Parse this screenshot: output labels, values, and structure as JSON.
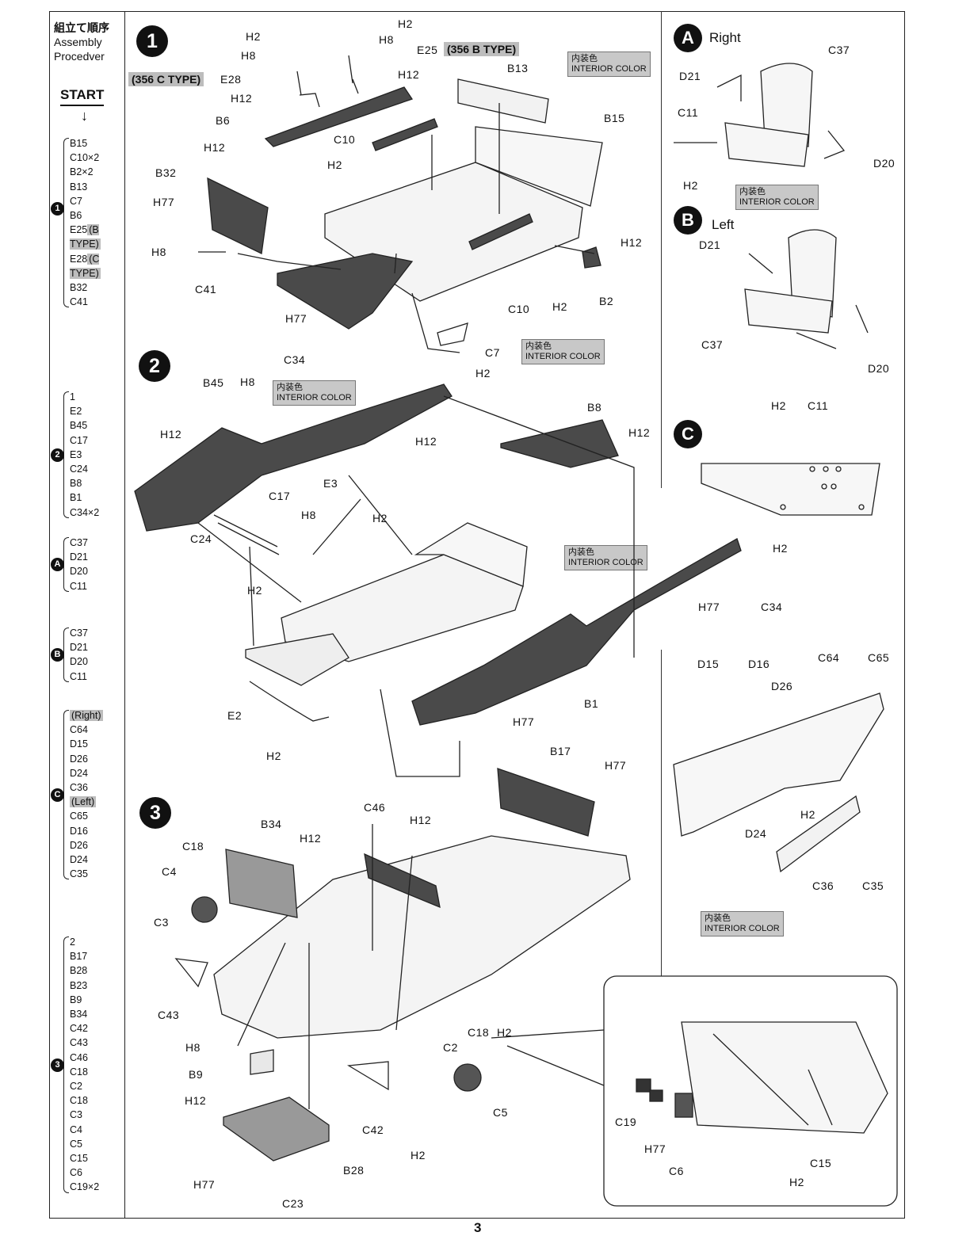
{
  "sidebar": {
    "title_jp": "組立て順序",
    "title_en1": "Assembly",
    "title_en2": "Procedver",
    "start": "START",
    "arrow": "↓",
    "groups": [
      {
        "badge": "1",
        "items": [
          "B15",
          "C10×2",
          "B2×2",
          "B13",
          "C7",
          "B6",
          "E25",
          "E28",
          "B32",
          "C41"
        ],
        "tags": {
          "6": "(B TYPE)",
          "7": "(C TYPE)"
        }
      },
      {
        "badge": "2",
        "items": [
          "1",
          "E2",
          "B45",
          "C17",
          "E3",
          "C24",
          "B8",
          "B1",
          "C34×2"
        ]
      },
      {
        "badge": "A",
        "items": [
          "C37",
          "D21",
          "D20",
          "C11"
        ]
      },
      {
        "badge": "B",
        "items": [
          "C37",
          "D21",
          "D20",
          "C11"
        ]
      },
      {
        "badge": "C",
        "items": [
          "(Right)",
          "C64",
          "D15",
          "D26",
          "D24",
          "C36",
          "(Left)",
          "C65",
          "D16",
          "D26",
          "D24",
          "C35"
        ]
      },
      {
        "badge": "3",
        "items": [
          "2",
          "B17",
          "B28",
          "B23",
          "B9",
          "B34",
          "C42",
          "C43",
          "C46",
          "C18",
          "C2",
          "C18",
          "C3",
          "C4",
          "C5",
          "C15",
          "C6",
          "C19×2"
        ]
      }
    ]
  },
  "steps": {
    "s1": "1",
    "s2": "2",
    "s3": "3",
    "sA": "A",
    "sB": "B",
    "sC": "C"
  },
  "subtitles": {
    "right": "Right",
    "left": "Left"
  },
  "interior_jp": "内装色",
  "interior_en": "INTERIOR COLOR",
  "types": {
    "c": "(356 C TYPE)",
    "b": "(356 B TYPE)"
  },
  "labels": {
    "B13": "B13",
    "B15": "B15",
    "B6": "B6",
    "C10a": "C10",
    "C10b": "C10",
    "B32": "B32",
    "C41": "C41",
    "B2": "B2",
    "C7": "C7",
    "E28": "E28",
    "E25": "E25",
    "H2a": "H2",
    "H8a": "H8",
    "H12a": "H12",
    "H2b": "H2",
    "H8b": "H8",
    "H12b": "H12",
    "H12c": "H12",
    "H2c": "H2",
    "H77a": "H77",
    "H8c": "H8",
    "H77b": "H77",
    "H12d": "H12",
    "H2d": "H2",
    "H2e": "H2",
    "C34a": "C34",
    "B45": "B45",
    "H8d": "H8",
    "B8": "B8",
    "H12e": "H12",
    "H12f": "H12",
    "H12g": "H12",
    "C17": "C17",
    "E3": "E3",
    "H8e": "H8",
    "H2f": "H2",
    "C24": "C24",
    "H2g": "H2",
    "E2": "E2",
    "H2h": "H2",
    "B1": "B1",
    "H77c": "H77",
    "H77d": "H77",
    "C34b": "C34",
    "H2i": "H2",
    "C37a": "C37",
    "D21a": "D21",
    "C11a": "C11",
    "D20a": "D20",
    "H2j": "H2",
    "D21b": "D21",
    "C37b": "C37",
    "D20b": "D20",
    "H2k": "H2",
    "C11b": "C11",
    "D15": "D15",
    "D16": "D16",
    "D26": "D26",
    "C64": "C64",
    "C65": "C65",
    "H2l": "H2",
    "D24": "D24",
    "C36": "C36",
    "C35": "C35",
    "B17": "B17",
    "H77e": "H77",
    "C46": "C46",
    "H12h": "H12",
    "B34": "B34",
    "H12i": "H12",
    "C18a": "C18",
    "C4": "C4",
    "C3": "C3",
    "C43": "C43",
    "H8f": "H8",
    "B9": "B9",
    "H12j": "H12",
    "B28": "B28",
    "H77f": "H77",
    "C23": "C23",
    "C42": "C42",
    "H2m": "H2",
    "C5": "C5",
    "C2": "C2",
    "C18b": "C18",
    "H2n": "H2",
    "C19": "C19",
    "H77g": "H77",
    "C6": "C6",
    "C15": "C15",
    "H2o": "H2"
  },
  "page_number": "3",
  "colors": {
    "ink": "#111111",
    "part_dark": "#4a4a4a",
    "chip": "#c8c8c8",
    "line": "#222222"
  }
}
